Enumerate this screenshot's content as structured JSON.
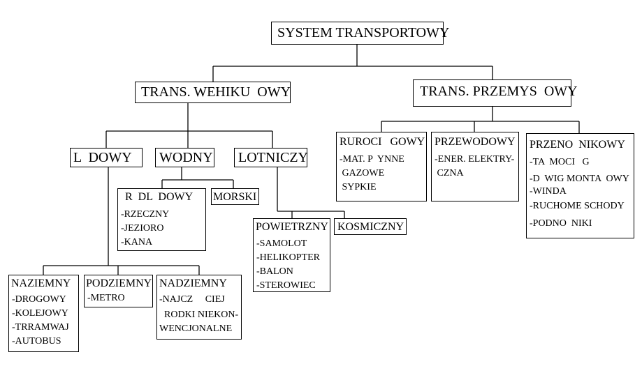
{
  "nodes": {
    "root": {
      "label": "SYSTEM TRANSPORTOWY"
    },
    "vehicle": {
      "label": "TRANS. WEHIKU  OWY"
    },
    "industrial": {
      "label": "TRANS. PRZEMYS  OWY"
    },
    "land": {
      "label": "L  DOWY"
    },
    "water": {
      "label": "WODNY"
    },
    "air": {
      "label": "LOTNICZY"
    },
    "inland": {
      "label": "R  DL  DOWY",
      "items": [
        "-RZECZNY",
        "-JEZIORO",
        "-KANA"
      ]
    },
    "sea": {
      "label": "MORSKI"
    },
    "atmospheric": {
      "label": "POWIETRZNY",
      "items": [
        "-SAMOLOT",
        "-HELIKOPTER",
        "-BALON",
        "-STEROWIEC"
      ]
    },
    "space": {
      "label": "KOSMICZNY"
    },
    "ground": {
      "label": "NAZIEMNY",
      "items": [
        "-DROGOWY",
        "-KOLEJOWY",
        "-TRRAMWAJ",
        "-AUTOBUS"
      ]
    },
    "underground": {
      "label": "PODZIEMNY",
      "items": [
        "-METRO"
      ]
    },
    "overground": {
      "label": "NADZIEMNY",
      "items": [
        "-NAJCZ     CIEJ",
        "  RODKI NIEKON-",
        "WENCJONALNE"
      ]
    },
    "pipeline": {
      "label": "RUROCI   GOWY",
      "items": [
        "-MAT. P  YNNE",
        " GAZOWE",
        " SYPKIE"
      ]
    },
    "wire": {
      "label": "PRZEWODOWY",
      "items": [
        "-ENER. ELEKTRY-",
        " CZNA"
      ]
    },
    "conveyor": {
      "label": "PRZENO  NIKOWY",
      "items": [
        "-TA  MOCI   G",
        "-D  WIG MONTA  OWY",
        "-WINDA",
        "-RUCHOME SCHODY",
        "-PODNO  NIKI"
      ]
    }
  },
  "colors": {
    "stroke": "#000000",
    "background": "#ffffff"
  }
}
